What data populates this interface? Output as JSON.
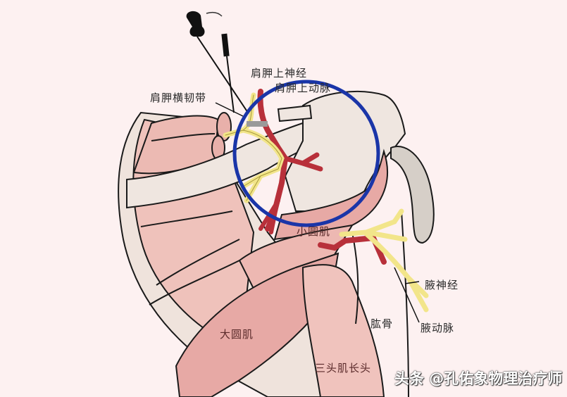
{
  "diagram": {
    "subject": "Shoulder posterior view — suprascapular nerve and artery region",
    "labels": {
      "suprascapular_nerve": "肩胛上神经",
      "suprascapular_artery": "肩胛上动脉",
      "transverse_scapular_ligament": "肩胛横韧带",
      "teres_minor": "小圆肌",
      "axillary_nerve": "腋神经",
      "humerus": "肱骨",
      "axillary_artery": "腋动脉",
      "teres_major": "大圆肌",
      "triceps_long_head": "三头肌长头"
    },
    "highlight": {
      "shape": "circle",
      "color": "#1a35a8"
    },
    "colors": {
      "background": "#fdf1f1",
      "bone": "#efe6e0",
      "muscle": "#e7a9a5",
      "muscle_light": "#f0c3bd",
      "nerve": "#f2e58a",
      "artery": "#b8303a",
      "outline": "#1a1a1a",
      "bursa": "#d6cfc8"
    }
  },
  "watermark": "头条 @孔佑象物理治疗师"
}
